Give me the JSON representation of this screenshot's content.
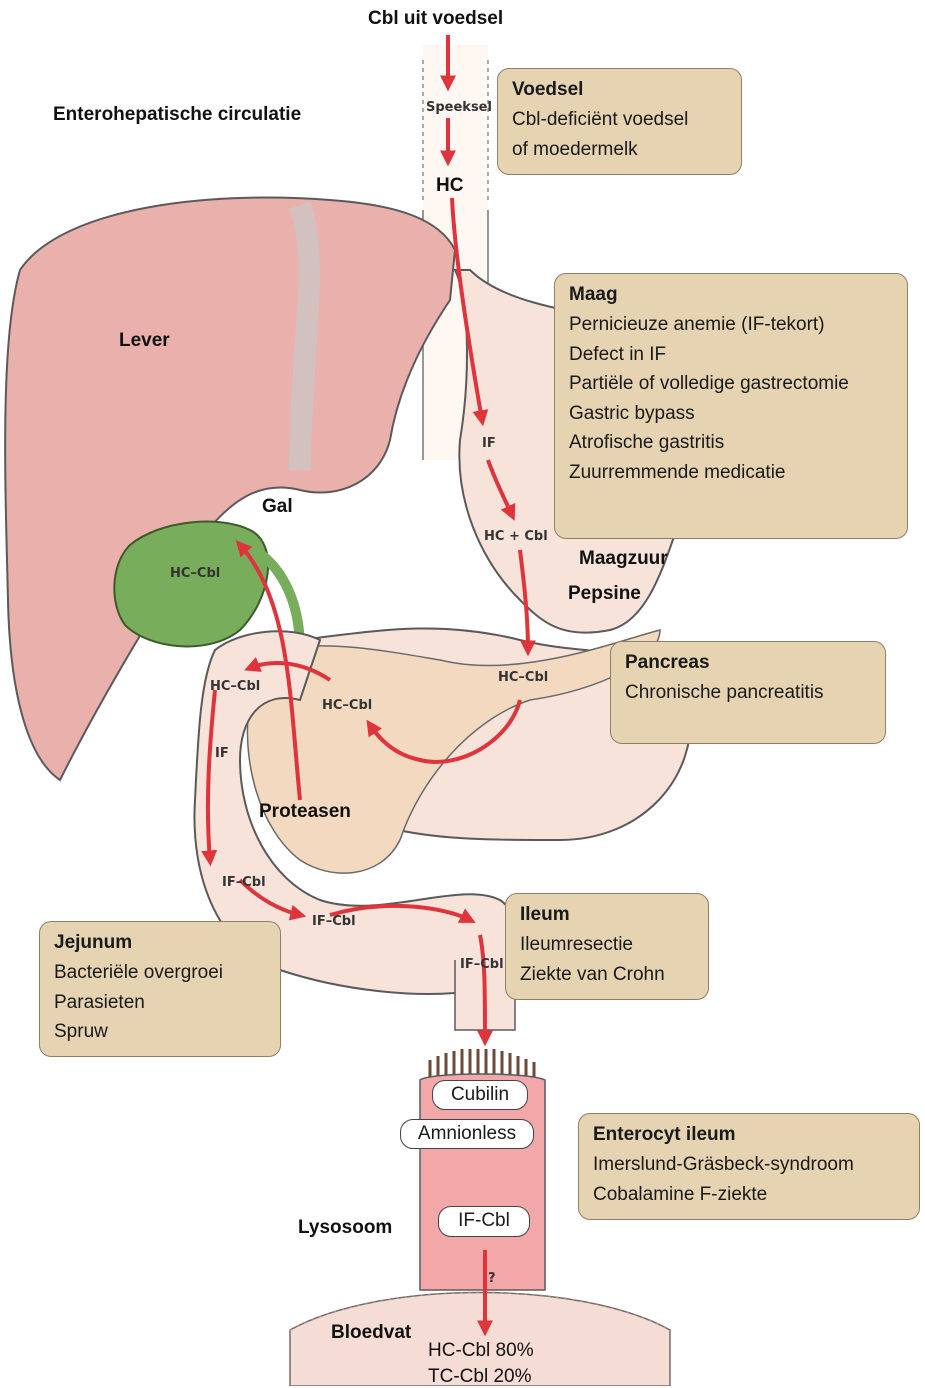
{
  "title_top": "Cbl uit voedsel",
  "labels": {
    "entero": "Enterohepatische circulatie",
    "lever": "Lever",
    "gal": "Gal",
    "hc": "HC",
    "speeksel": "Speeksel",
    "maagzuur": "Maagzuur",
    "pepsine": "Pepsine",
    "proteasen": "Proteasen",
    "lysosoom": "Lysosoom",
    "bloedvat": "Bloedvat",
    "out1": "HC-Cbl 80%",
    "out2": "TC-Cbl 20%"
  },
  "art_labels": {
    "if1": "IF",
    "hc_cbl_top": "HC + Cbl",
    "hc_cbl_duod": "HC–Cbl",
    "hc_cbl_gall": "HC–Cbl",
    "hc_cbl_left": "HC–Cbl",
    "hc_cbl_mid": "HC–Cbl",
    "if2": "IF",
    "if_cbl_1": "IF–Cbl",
    "if_cbl_2": "IF–Cbl",
    "if_cbl_3": "IF–Cbl",
    "q": "?"
  },
  "pills": {
    "cubilin": "Cubilin",
    "amnionless": "Amnionless",
    "ifcbl": "IF-Cbl"
  },
  "boxes": {
    "voedsel": {
      "title": "Voedsel",
      "items": [
        "Cbl-deficiënt voedsel",
        "of moedermelk"
      ]
    },
    "maag": {
      "title": "Maag",
      "items": [
        "Pernicieuze anemie (IF-tekort)",
        "Defect in IF",
        "Partiële of volledige gastrectomie",
        "Gastric bypass",
        "Atrofische gastritis",
        "Zuurremmende medicatie"
      ]
    },
    "pancreas": {
      "title": "Pancreas",
      "items": [
        "Chronische pancreatitis"
      ]
    },
    "ileum": {
      "title": "Ileum",
      "items": [
        "Ileumresectie",
        "Ziekte van Crohn"
      ]
    },
    "jejunum": {
      "title": "Jejunum",
      "items": [
        "Bacteriële overgroei",
        "Parasieten",
        "Spruw"
      ]
    },
    "enterocyt": {
      "title": "Enterocyt ileum",
      "items": [
        "Imerslund-Gräsbeck-syndroom",
        "Cobalamine F-ziekte"
      ]
    }
  },
  "colors": {
    "liver": "#eab0ac",
    "stomach": "#f8e3da",
    "pancreas": "#f3d9bf",
    "gallbladder": "#78ad5c",
    "arrow": "#e0343d",
    "box_fill": "#e5d3b1"
  }
}
